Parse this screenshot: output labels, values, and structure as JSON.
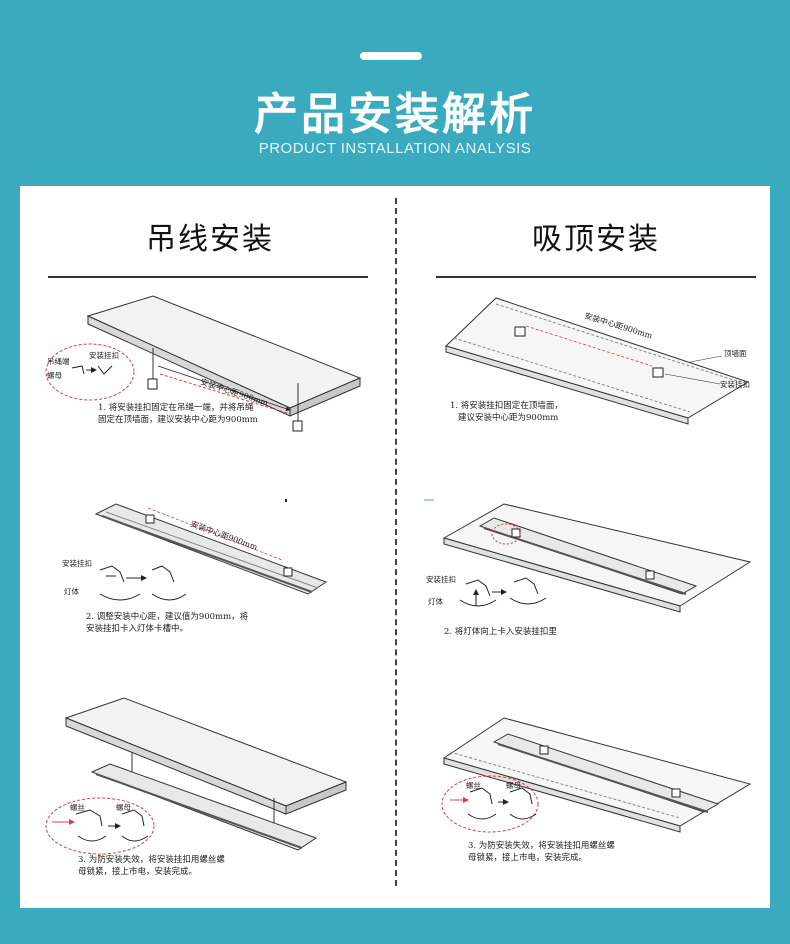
{
  "header": {
    "title": "产品安装解析",
    "subtitle": "PRODUCT INSTALLATION ANALYSIS"
  },
  "left": {
    "title": "吊线安装",
    "steps": [
      {
        "caption_line1": "1. 将安装挂扣固定在吊绳一端，并将吊绳",
        "caption_line2": "固定在顶墙面，建议安装中心距为900mm",
        "dimension": "安装中心距900mm",
        "labels": [
          "吊绳端",
          "螺母",
          "安装挂扣"
        ]
      },
      {
        "caption_line1": "2. 调整安装中心距，建议值为900mm，将",
        "caption_line2": "安装挂扣卡入灯体卡槽中。",
        "dimension": "安装中心距900mm",
        "labels": [
          "安装挂扣",
          "灯体"
        ]
      },
      {
        "caption_line1": "3. 为防安装失效，将安装挂扣用螺丝螺",
        "caption_line2": "母锁紧，接上市电，安装完成。",
        "labels": [
          "螺丝",
          "螺母"
        ]
      }
    ]
  },
  "right": {
    "title": "吸顶安装",
    "steps": [
      {
        "caption_line1": "1. 将安装挂扣固定在顶墙面，",
        "caption_line2": "建议安装中心距为900mm",
        "dimension": "安装中心距900mm",
        "labels": [
          "顶墙面",
          "安装挂扣"
        ]
      },
      {
        "caption_line1": "2. 将灯体向上卡入安装挂扣里",
        "labels": [
          "安装挂扣",
          "灯体"
        ]
      },
      {
        "caption_line1": "3. 为防安装失效，将安装挂扣用螺丝螺",
        "caption_line2": "母锁紧，接上市电，安装完成。",
        "labels": [
          "螺丝",
          "螺母"
        ]
      }
    ]
  },
  "colors": {
    "background": "#3aaabf",
    "panel": "#ffffff",
    "callout": "#d94040"
  }
}
